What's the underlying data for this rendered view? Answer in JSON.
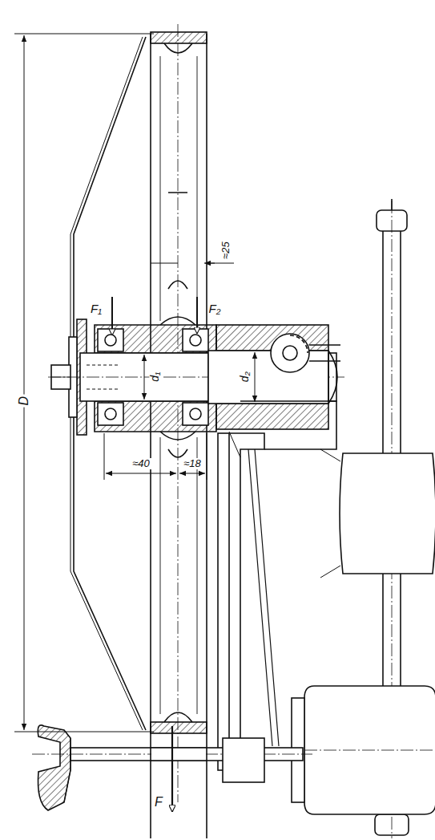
{
  "diagram": {
    "labels": [
      "D",
      "F₁",
      "F₂",
      "≈25",
      "d₁",
      "d₂",
      "≈40",
      "≈18",
      "F"
    ]
  }
}
